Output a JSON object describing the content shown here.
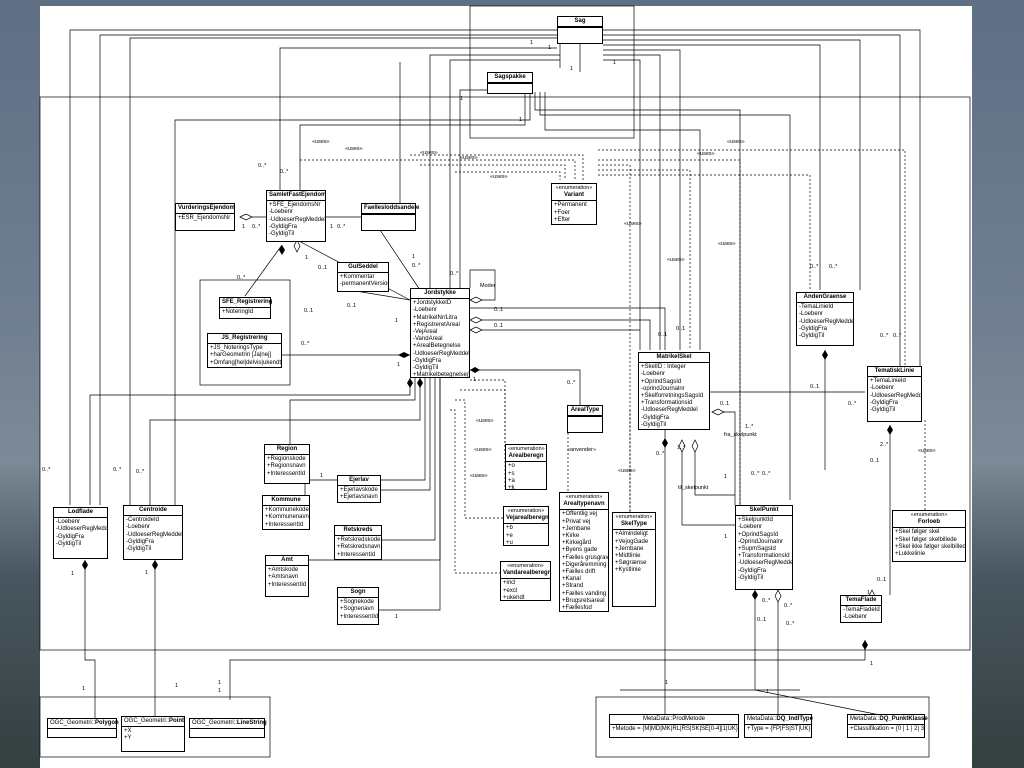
{
  "classes": {
    "sag": {
      "name": "Sag",
      "attrs": []
    },
    "sagspakke": {
      "name": "Sagspakke",
      "attrs": []
    },
    "variant": {
      "stereo": "«enumeration»",
      "name": "Variant",
      "attrs": [
        "+Permanent",
        "+Foer",
        "+Efter"
      ]
    },
    "vurderings": {
      "name": "VurderingsEjendom",
      "attrs": [
        "+ESR_EjendomsNr"
      ]
    },
    "samletfast": {
      "name": "SamletFastEjendom",
      "attrs": [
        "+SFE_EjendomsNr",
        "-Loebenr",
        "-UdloeserRegMeddel",
        "-GyldigFra",
        "-GyldigTil"
      ]
    },
    "faelles": {
      "name": "Faellesloddsandele",
      "attrs": []
    },
    "gulseddel": {
      "name": "GulSeddel",
      "attrs": [
        "+Kommentar",
        "-permanentVersion"
      ]
    },
    "sferegistrering": {
      "name": "SFE_Registrering",
      "attrs": [
        "+NoteringId"
      ]
    },
    "jsregistrering": {
      "name": "JS_Registrering",
      "attrs": [
        "+JS_NoteringsType",
        "+harGeometrin [Ja|nej]",
        "+Omfang[hel|delvis|ukendt]"
      ]
    },
    "jordstykke": {
      "name": "Jordstykke",
      "attrs": [
        "+JordstykkeID",
        "-Loebenr",
        "+MatrikelNr/Litra",
        "+RegistreretAreal",
        "-VejAreal",
        "-VandAreal",
        "+ArealBetegnelse",
        "-UdloeserRegMeddel",
        "-GyldigFra",
        "-GyldigTil",
        "+Matrikelbetegnelse()"
      ]
    },
    "andengraense": {
      "name": "AndenGraense",
      "attrs": [
        "-TemaLinieId",
        "-Loebenr",
        "-UdloeserRegMeddel",
        "-GyldigFra",
        "-GyldigTil"
      ]
    },
    "matrikelskel": {
      "name": "MatrikelSkel",
      "attrs": [
        "+SkelID : Integer",
        "-Loebenr",
        "+OprindSagsId",
        "-oprindJournalnr",
        "+SkelforretningsSagsId",
        "+Transformationsid",
        "-UdloeserRegMeddel",
        "-GyldigFra",
        "-GyldigTil"
      ]
    },
    "tematisklinie": {
      "name": "TematiskLinie",
      "attrs": [
        "+TemaLinieId",
        "-Loebenr",
        "-UdloeserRegMeddel",
        "-GyldigFra",
        "-GyldigTil"
      ]
    },
    "arealtype": {
      "name": "ArealType",
      "attrs": []
    },
    "arealberegn": {
      "stereo": "«enumeration»",
      "name": "Arealberegn",
      "attrs": [
        "+o",
        "+s",
        "+a",
        "+k"
      ]
    },
    "vejarealberegn": {
      "stereo": "«enumeration»",
      "name": "Vejarealberegn",
      "attrs": [
        "+b",
        "+e",
        "+u"
      ]
    },
    "vandarealberegn": {
      "stereo": "«enumeration»",
      "name": "Vandarealberegn",
      "attrs": [
        "+incl",
        "+excl",
        "+ukendt"
      ]
    },
    "region": {
      "name": "Region",
      "attrs": [
        "+Regionskode",
        "+Regionsnavn",
        "+InteressentId"
      ]
    },
    "ejerlav": {
      "name": "Ejerlav",
      "attrs": [
        "+Ejerlavskode",
        "+Ejerlavsnavn"
      ]
    },
    "kommune": {
      "name": "Kommune",
      "attrs": [
        "+Kommunekode",
        "+Kommunenavn",
        "+InteressentId"
      ]
    },
    "retskreds": {
      "name": "Retskreds",
      "attrs": [
        "+Retskredskode",
        "+Retskredsnavn",
        "+InteressentId"
      ]
    },
    "amt": {
      "name": "Amt",
      "attrs": [
        "+Amtskode",
        "+Amtsnavn",
        "+InteressentId"
      ]
    },
    "sogn": {
      "name": "Sogn",
      "attrs": [
        "+Sognekode",
        "+Sognenavn",
        "+InteressentId"
      ]
    },
    "arealtypenavn": {
      "stereo": "«enumeration»",
      "name": "Arealtypenavn",
      "attrs": [
        "+Offentlig vej",
        "+Privat vej",
        "+Jernbane",
        "+Kirke",
        "+Kirkegård",
        "+Byens gade",
        "+Fælles grusgrav",
        "+Digeråremming",
        "+Fælles drift",
        "+Kanal",
        "+Strand",
        "+Fælles vanding",
        "+Brugsretsareal",
        "+Fællesfod"
      ]
    },
    "skeltype": {
      "stereo": "«enumeration»",
      "name": "SkelType",
      "attrs": [
        "+Almindeligt",
        "+VejogGade",
        "+Jernbane",
        "+Midtlinie",
        "+Søgrænse",
        "+Kystlinie"
      ]
    },
    "skelpunkt": {
      "name": "SkelPunkt",
      "attrs": [
        "+SkelpunktId",
        "-Loebenr",
        "+OprindSagsId",
        "-OprindJournalnr",
        "+SupmSagsId",
        "+TransformationsId",
        "-UdloeserRegMeddel",
        "-GyldigFra",
        "-GyldigTil"
      ]
    },
    "forloeb": {
      "stereo": "«enumeration»",
      "name": "Forloeb",
      "attrs": [
        "+Skel følger skel",
        "+Skel følger skelbillede",
        "+Skel ikke følger skelbillede",
        "+Lukkelinie"
      ]
    },
    "temaflade": {
      "name": "TemaFlade",
      "attrs": [
        "-TemaFladeId",
        "-Loebenr"
      ]
    },
    "lodflade": {
      "name": "Lodflade",
      "attrs": [
        "-Loebenr",
        "-UdloeserRegMeddel",
        "-GyldigFra",
        "-GyldigTil"
      ]
    },
    "centroide": {
      "name": "Centroide",
      "attrs": [
        "-CentroideId",
        "-Loebenr",
        "-UdloeserRegMeddel",
        "-GyldigFra",
        "-GyldigTil"
      ]
    },
    "polygon": {
      "pkg": "OGC_Geometri::",
      "name": "Polygon",
      "attrs": []
    },
    "point": {
      "pkg": "OGC_Geometri::",
      "name": "Point",
      "attrs": [
        "+X",
        "+Y"
      ]
    },
    "linestring": {
      "pkg": "OGC_Geometri::",
      "name": "LineString",
      "attrs": []
    },
    "prodmetode": {
      "pkg": "MetaData::",
      "name": "ProdMetode",
      "attrs": [
        "+Metode = {M|MD|MK|RL|RS|SK|SE[0-4]|1|UK}"
      ]
    },
    "dqindltype": {
      "pkg": "MetaData::",
      "name": "DQ_IndlType",
      "attrs": [
        "+Type = {FP|FS|ST|UK}"
      ]
    },
    "dqpunktklasse": {
      "pkg": "MetaData::",
      "name": "DQ_PunktKlasse",
      "attrs": [
        "+Classifikation = {0 | 1 | 2| 3}"
      ]
    }
  },
  "labels": {
    "uses": "«uses»",
    "moder": "Moder",
    "anvender": "«anvender»",
    "fra_skelpunkt": "fra_skelpunkt",
    "til_skelpunkt": "til_skelpunkt",
    "m1": "1",
    "m1s": "1..*",
    "m0s": "0..*",
    "m01": "0..1",
    "m01b": "0..1",
    "m0s1": "0..*",
    "m2s": "2..*",
    "m0dd": "0..*0..*"
  }
}
